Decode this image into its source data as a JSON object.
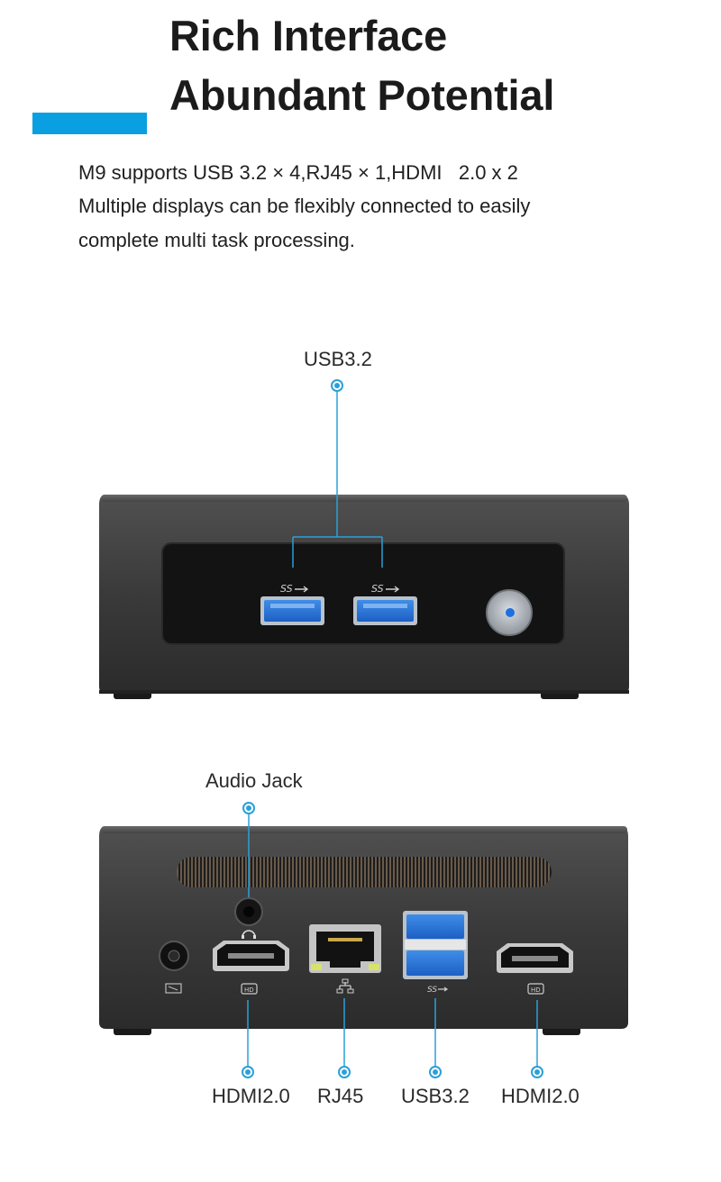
{
  "heading": {
    "line1": "Rich Interface",
    "line2": "Abundant Potential"
  },
  "accent_color": "#0a9fe0",
  "description": {
    "line1": "M9 supports USB 3.2 × 4,RJ45 × 1,HDMI   2.0 x 2",
    "line2": "Multiple displays can be flexibly connected to easily",
    "line3": "complete multi task processing."
  },
  "front_panel": {
    "callout": "USB3.2",
    "port_marks": [
      "SS",
      "SS"
    ]
  },
  "rear_panel": {
    "callout_top": "Audio Jack",
    "callouts_bottom": [
      "HDMI2.0",
      "RJ45",
      "USB3.2",
      "HDMI2.0"
    ],
    "port_marks": [
      "HD",
      "HD"
    ]
  },
  "icons": [
    "power-button-icon",
    "usb-superspeed-icon",
    "hdmi-icon",
    "rj45-network-icon",
    "headphone-icon",
    "dc-power-icon"
  ]
}
